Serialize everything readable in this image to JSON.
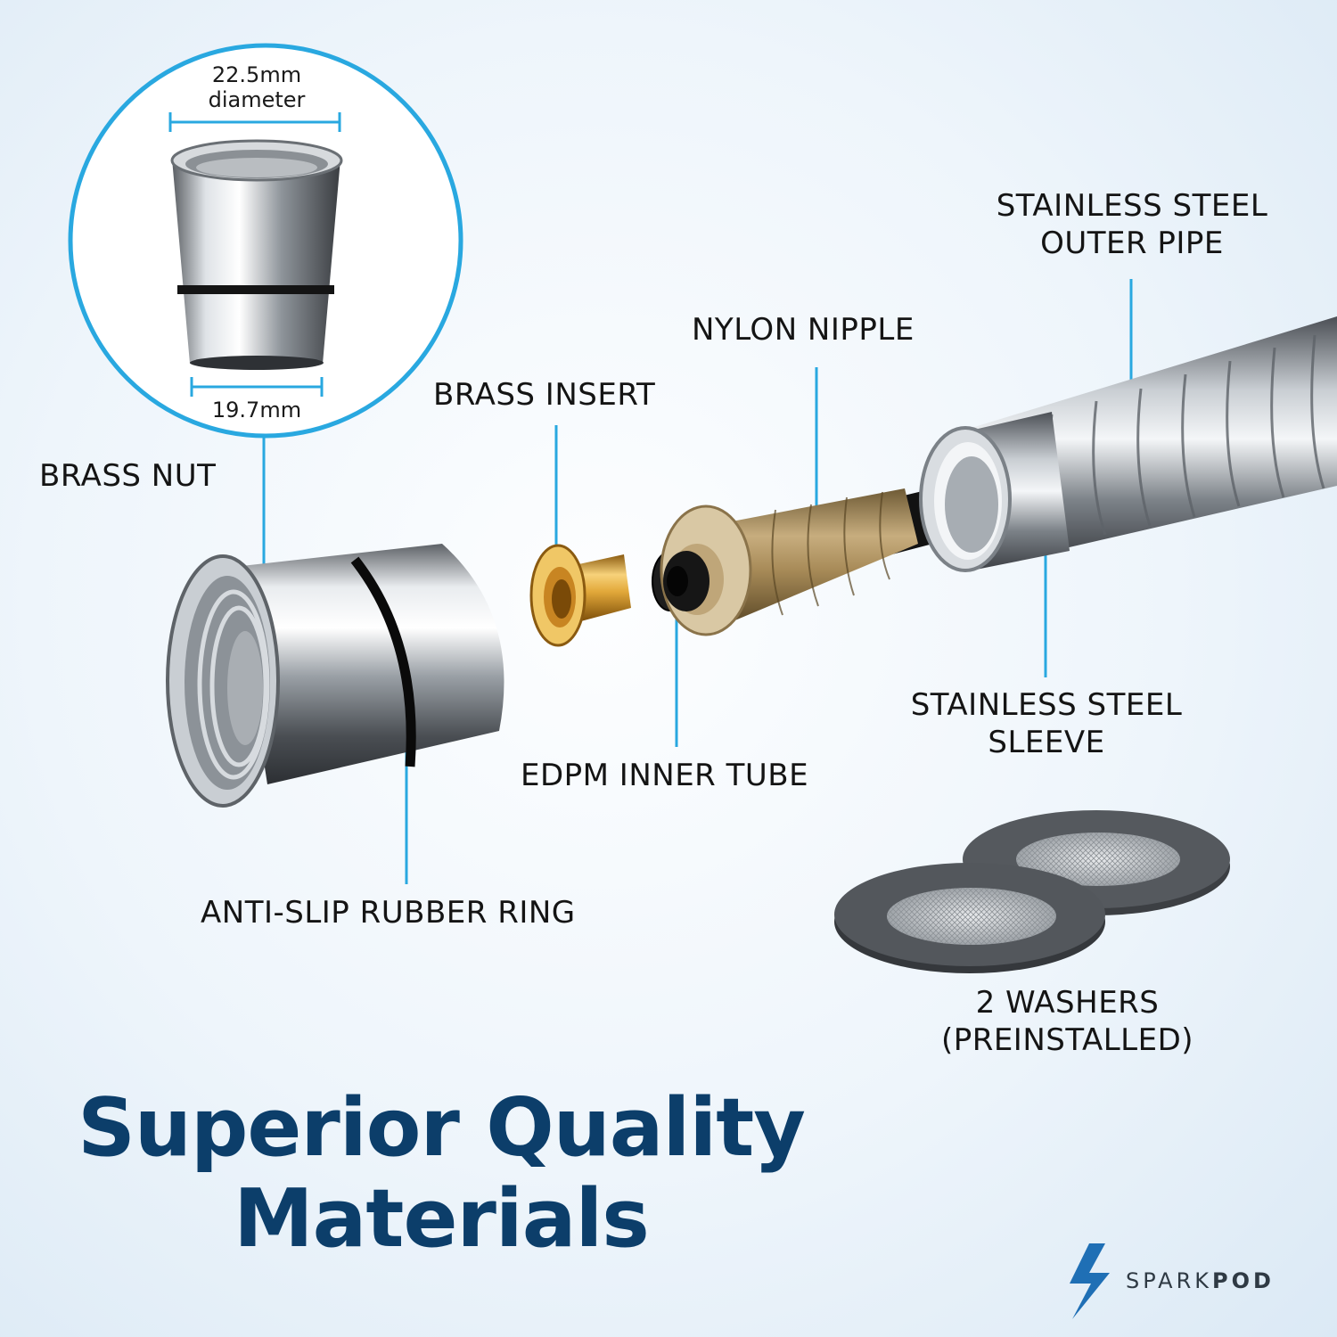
{
  "callouts": {
    "brass_nut": "BRASS NUT",
    "brass_insert": "BRASS INSERT",
    "nylon_nipple": "NYLON NIPPLE",
    "outer_pipe_line1": "STAINLESS STEEL",
    "outer_pipe_line2": "OUTER PIPE",
    "sleeve_line1": "STAINLESS STEEL",
    "sleeve_line2": "SLEEVE",
    "inner_tube": "EDPM INNER TUBE",
    "rubber_ring": "ANTI-SLIP RUBBER RING",
    "washers_line1": "2 WASHERS",
    "washers_line2": "(PREINSTALLED)"
  },
  "inset": {
    "top_dimension_line1": "22.5mm",
    "top_dimension_line2": "diameter",
    "bottom_dimension": "19.7mm"
  },
  "headline": {
    "line1": "Superior Quality",
    "line2": "Materials"
  },
  "brand": {
    "name_light": "SPARK",
    "name_bold": "POD",
    "logo_icon": "lightning-bolt-icon"
  },
  "colors": {
    "callout_line": "#29a8e0",
    "headline": "#0c3e6a",
    "brand_logo": "#1f6fb5"
  }
}
